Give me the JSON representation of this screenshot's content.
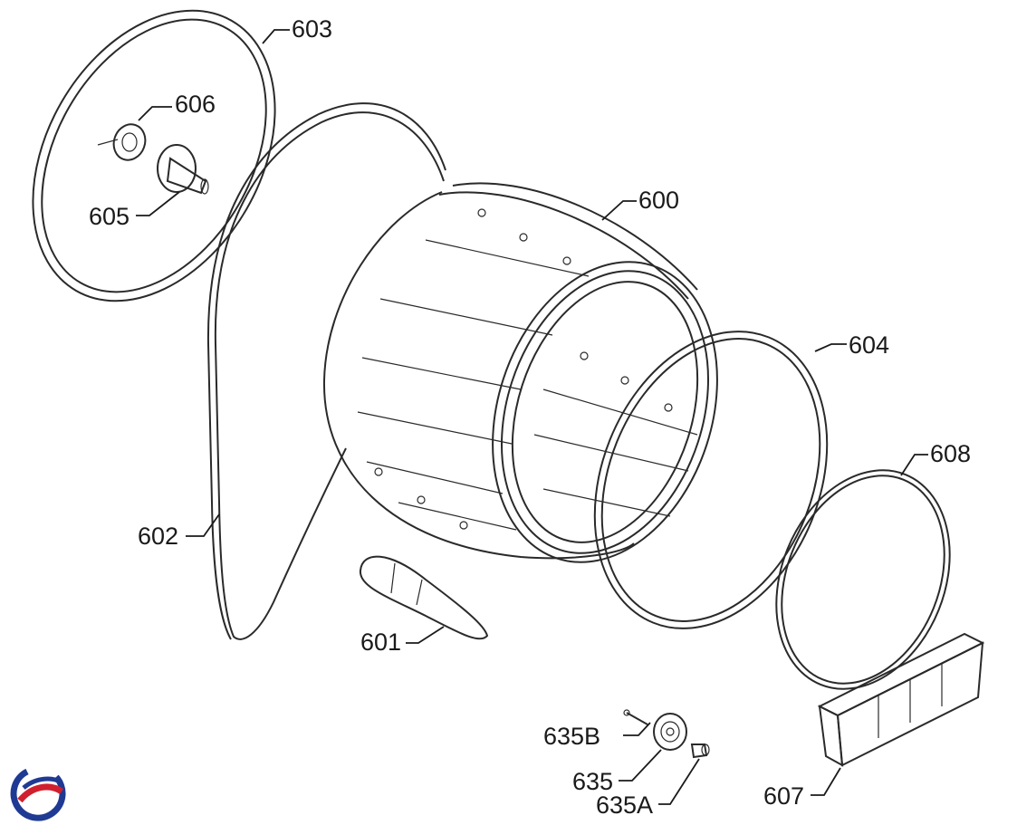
{
  "diagram": {
    "callouts": {
      "p603": "603",
      "p606": "606",
      "p605": "605",
      "p600": "600",
      "p604": "604",
      "p608": "608",
      "p602": "602",
      "p601": "601",
      "p635b": "635B",
      "p635": "635",
      "p635a": "635A",
      "p607": "607"
    },
    "colors": {
      "line": "#2a2a2a",
      "logo_blue": "#1f3a93",
      "logo_red": "#d0202e"
    }
  }
}
